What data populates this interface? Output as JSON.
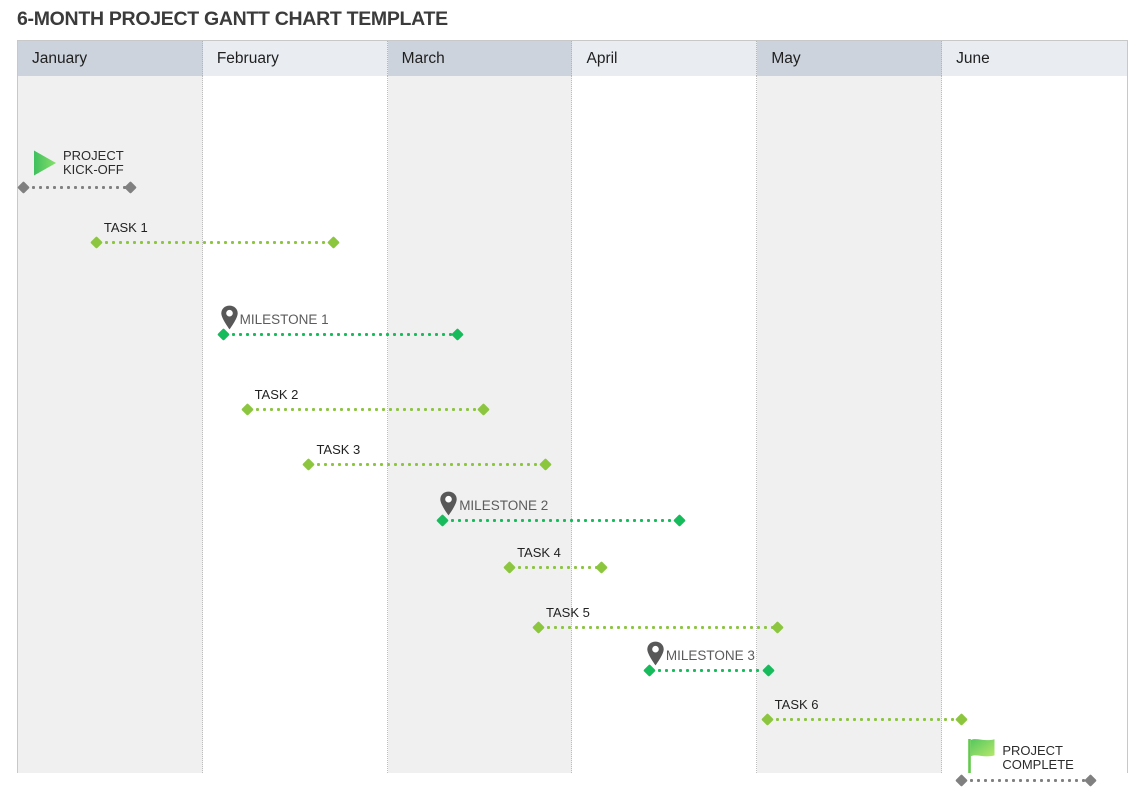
{
  "page": {
    "title": "6-MONTH PROJECT GANTT CHART TEMPLATE"
  },
  "colors": {
    "task_green": "#8cc63f",
    "milestone_green": "#18bb5c",
    "marker_grey": "#808080",
    "header_dark": "#ccd3dc",
    "header_light": "#e9edf2",
    "body_dark": "#f0f0f0",
    "body_light": "#ffffff",
    "title_text": "#3b3b3b",
    "icon_grey": "#585858"
  },
  "chart_data": {
    "type": "bar",
    "title": "6-MONTH PROJECT GANTT CHART TEMPLATE",
    "xlabel": "",
    "ylabel": "",
    "orientation": "horizontal",
    "grid": true,
    "legend": "none",
    "categories": [
      "PROJECT KICK-OFF",
      "TASK 1",
      "MILESTONE 1",
      "TASK 2",
      "TASK 3",
      "MILESTONE 2",
      "TASK 4",
      "TASK 5",
      "MILESTONE 3",
      "TASK 6",
      "PROJECT COMPLETE"
    ],
    "axis_ticks": [
      "January",
      "February",
      "March",
      "April",
      "May",
      "June"
    ],
    "axis_range_months": [
      1,
      6
    ],
    "bars": [
      {
        "label": "PROJECT KICK-OFF",
        "kind": "marker",
        "start_pct": 0.45,
        "end_pct": 10.17,
        "row_top_pct": 15.78,
        "label_lines": [
          "PROJECT",
          "KICK-OFF"
        ]
      },
      {
        "label": "TASK 1",
        "kind": "task",
        "start_pct": 7.02,
        "end_pct": 28.53,
        "row_top_pct": 23.67,
        "label_lines": [
          "TASK 1"
        ]
      },
      {
        "label": "MILESTONE 1",
        "kind": "milestone",
        "start_pct": 18.45,
        "end_pct": 39.69,
        "row_top_pct": 36.87,
        "label_lines": [
          "MILESTONE 1"
        ]
      },
      {
        "label": "TASK 2",
        "kind": "task",
        "start_pct": 20.61,
        "end_pct": 42.03,
        "row_top_pct": 47.63,
        "label_lines": [
          "TASK 2"
        ]
      },
      {
        "label": "TASK 3",
        "kind": "task",
        "start_pct": 26.19,
        "end_pct": 47.61,
        "row_top_pct": 55.52,
        "label_lines": [
          "TASK 3"
        ]
      },
      {
        "label": "MILESTONE 2",
        "kind": "milestone",
        "start_pct": 38.25,
        "end_pct": 59.68,
        "row_top_pct": 63.56,
        "label_lines": [
          "MILESTONE 2"
        ]
      },
      {
        "label": "TASK 4",
        "kind": "task",
        "start_pct": 44.28,
        "end_pct": 52.65,
        "row_top_pct": 70.3,
        "label_lines": [
          "TASK 4"
        ]
      },
      {
        "label": "TASK 5",
        "kind": "task",
        "start_pct": 46.89,
        "end_pct": 68.49,
        "row_top_pct": 78.91,
        "label_lines": [
          "TASK 5"
        ]
      },
      {
        "label": "MILESTONE 3",
        "kind": "milestone",
        "start_pct": 56.89,
        "end_pct": 67.69,
        "row_top_pct": 85.08,
        "label_lines": [
          "MILESTONE 3"
        ]
      },
      {
        "label": "TASK 6",
        "kind": "task",
        "start_pct": 67.51,
        "end_pct": 85.15,
        "row_top_pct": 92.11,
        "label_lines": [
          "TASK 6"
        ]
      },
      {
        "label": "PROJECT COMPLETE",
        "kind": "marker",
        "start_pct": 85.06,
        "end_pct": 96.76,
        "row_top_pct": 100.86,
        "label_lines": [
          "PROJECT",
          "COMPLETE"
        ]
      }
    ]
  },
  "header": {
    "months": [
      {
        "label": "January",
        "shade": "dark"
      },
      {
        "label": "February",
        "shade": "light"
      },
      {
        "label": "March",
        "shade": "dark"
      },
      {
        "label": "April",
        "shade": "light"
      },
      {
        "label": "May",
        "shade": "dark"
      },
      {
        "label": "June",
        "shade": "light"
      }
    ]
  },
  "rows": [
    {
      "id": "project-kick-off",
      "kind": "marker",
      "icon": "play-triangle-icon",
      "label_lines": [
        "PROJECT",
        "KICK-OFF"
      ],
      "label": "PROJECT KICK-OFF"
    },
    {
      "id": "task-1",
      "kind": "task",
      "icon": null,
      "label_lines": [
        "TASK 1"
      ],
      "label": "TASK 1"
    },
    {
      "id": "milestone-1",
      "kind": "milestone",
      "icon": "map-pin-icon",
      "label_lines": [
        "MILESTONE 1"
      ],
      "label": "MILESTONE 1"
    },
    {
      "id": "task-2",
      "kind": "task",
      "icon": null,
      "label_lines": [
        "TASK 2"
      ],
      "label": "TASK 2"
    },
    {
      "id": "task-3",
      "kind": "task",
      "icon": null,
      "label_lines": [
        "TASK 3"
      ],
      "label": "TASK 3"
    },
    {
      "id": "milestone-2",
      "kind": "milestone",
      "icon": "map-pin-icon",
      "label_lines": [
        "MILESTONE 2"
      ],
      "label": "MILESTONE 2"
    },
    {
      "id": "task-4",
      "kind": "task",
      "icon": null,
      "label_lines": [
        "TASK 4"
      ],
      "label": "TASK 4"
    },
    {
      "id": "task-5",
      "kind": "task",
      "icon": null,
      "label_lines": [
        "TASK 5"
      ],
      "label": "TASK 5"
    },
    {
      "id": "milestone-3",
      "kind": "milestone",
      "icon": "map-pin-icon",
      "label_lines": [
        "MILESTONE 3"
      ],
      "label": "MILESTONE 3"
    },
    {
      "id": "task-6",
      "kind": "task",
      "icon": null,
      "label_lines": [
        "TASK 6"
      ],
      "label": "TASK 6"
    },
    {
      "id": "project-complete",
      "kind": "marker",
      "icon": "flag-icon",
      "label_lines": [
        "PROJECT",
        "COMPLETE"
      ],
      "label": "PROJECT COMPLETE"
    }
  ]
}
